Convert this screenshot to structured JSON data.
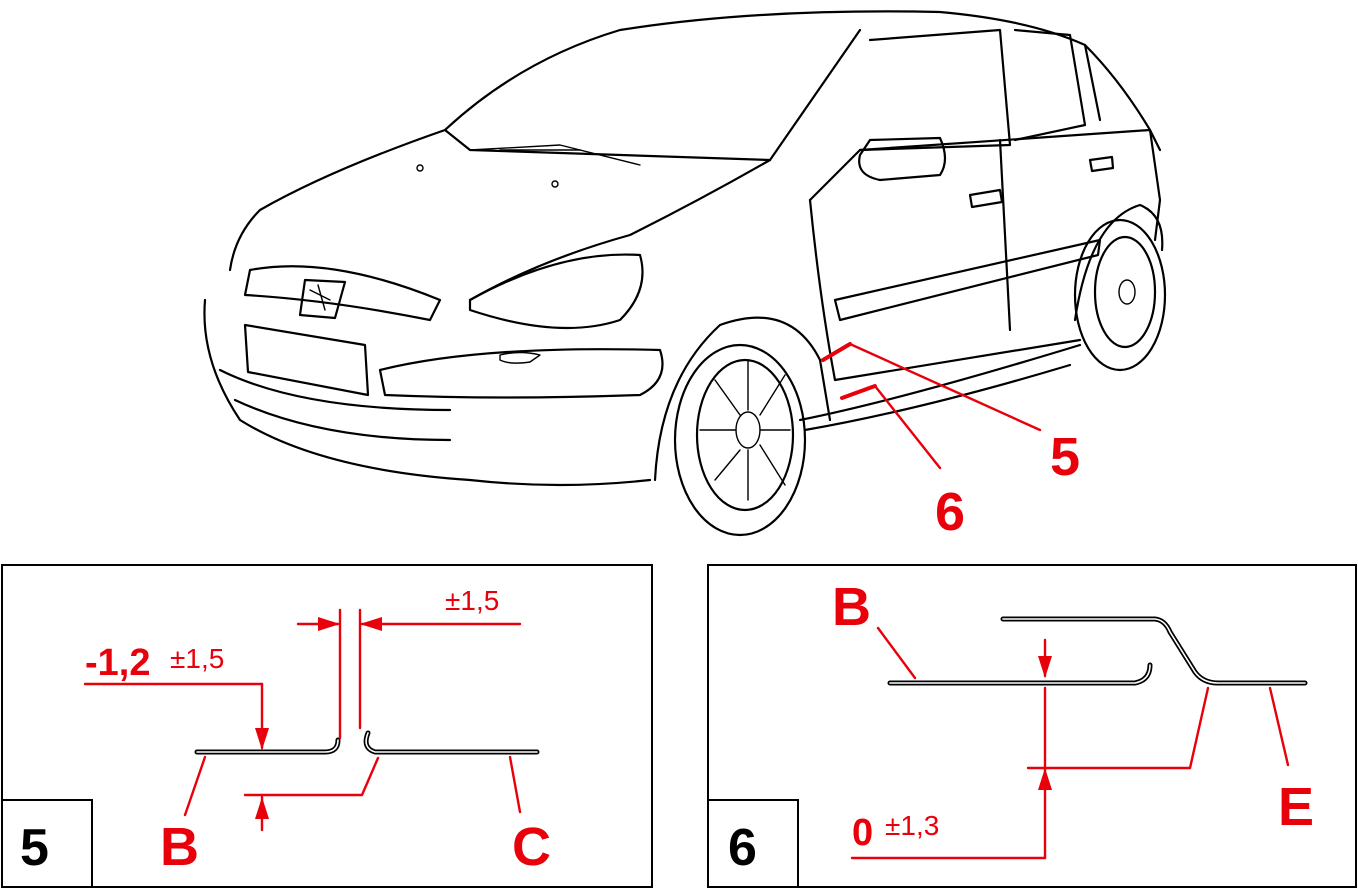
{
  "callouts": {
    "detail_5": "5",
    "detail_6": "6"
  },
  "panel5": {
    "number": "5",
    "gap_tolerance": "±1,5",
    "flush_value": "-1,2",
    "flush_tolerance": "±1,5",
    "label_left": "B",
    "label_right": "C"
  },
  "panel6": {
    "number": "6",
    "flush_value": "0",
    "flush_tolerance": "±1,3",
    "label_left": "B",
    "label_right": "E"
  },
  "colors": {
    "annotation": "#e8000b",
    "line_art": "#000000"
  }
}
